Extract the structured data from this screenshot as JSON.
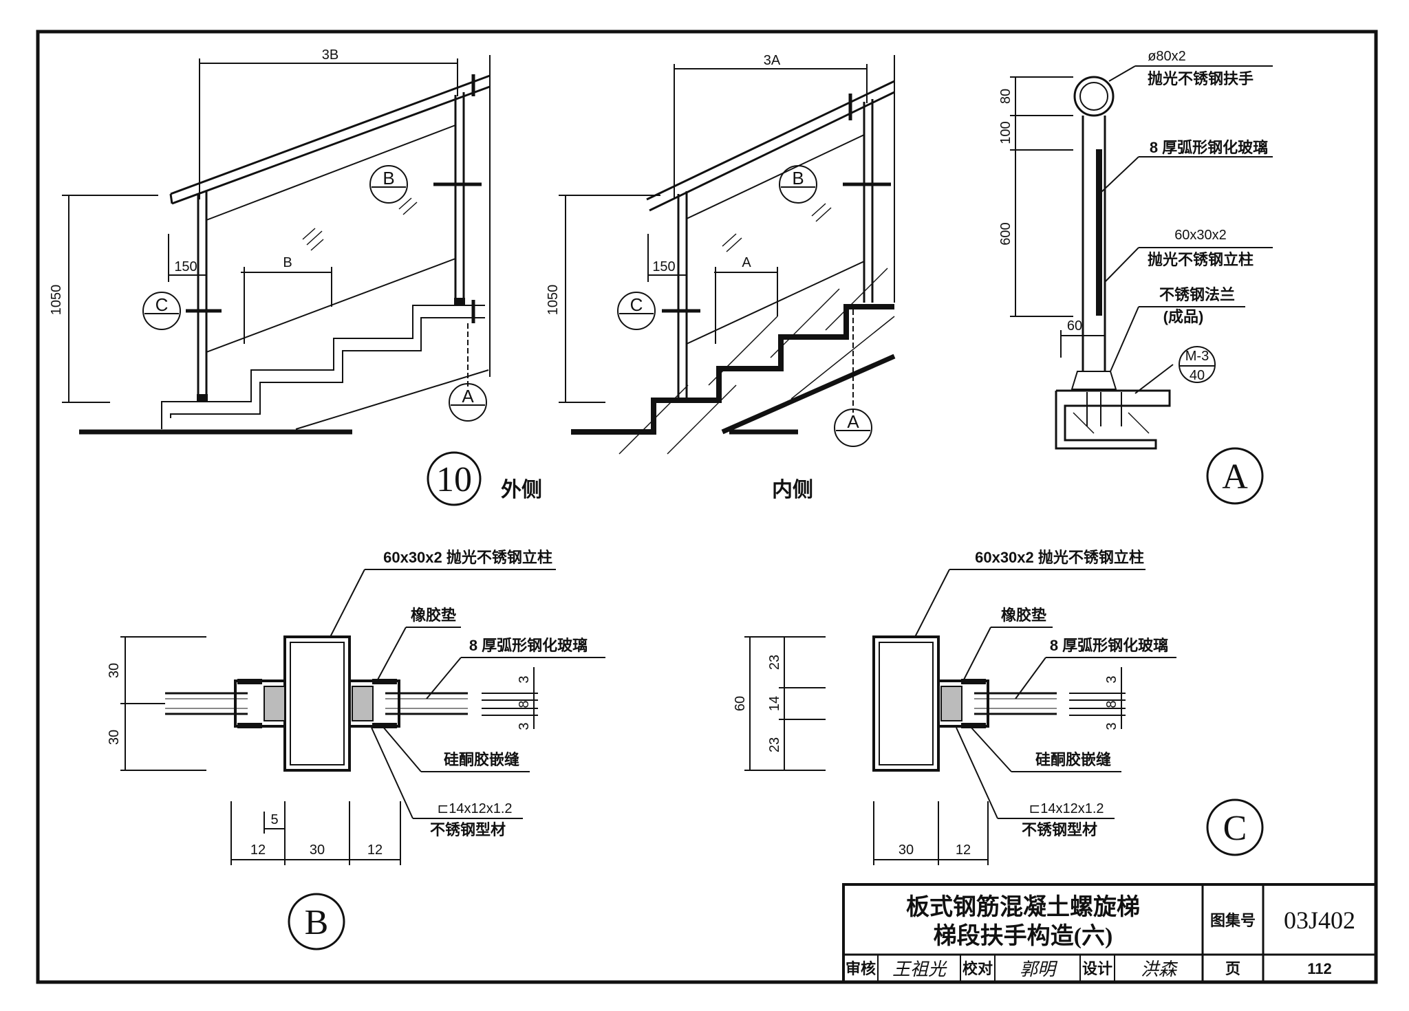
{
  "elevation_outer": {
    "dim_top": "3B",
    "dim_height": "1050",
    "dim_offset": "150",
    "dim_span": "B",
    "callout_b": "B",
    "callout_c": "C",
    "callout_a": "A"
  },
  "elevation_inner": {
    "dim_top": "3A",
    "dim_height": "1050",
    "dim_offset": "150",
    "dim_span": "A",
    "callout_b": "B",
    "callout_c": "C",
    "callout_a": "A"
  },
  "detail_10": {
    "number": "10",
    "caption_outer": "外侧",
    "caption_inner": "内侧"
  },
  "detail_a": {
    "letter": "A",
    "handrail_size": "ø80x2",
    "handrail_label": "抛光不锈钢扶手",
    "glass_label": "8 厚弧形钢化玻璃",
    "post_size": "60x30x2",
    "post_label": "抛光不锈钢立柱",
    "flange_label": "不锈钢法兰",
    "flange_note": "(成品)",
    "ref_top": "M-3",
    "ref_bottom": "40",
    "dims": [
      "80",
      "100",
      "600",
      "60"
    ]
  },
  "detail_b": {
    "letter": "B",
    "post_label": "60x30x2 抛光不锈钢立柱",
    "rubber_label": "橡胶垫",
    "glass_label": "8 厚弧形钢化玻璃",
    "silicone_label": "硅酮胶嵌缝",
    "channel_size": "⊏14x12x1.2",
    "channel_label": "不锈钢型材",
    "dims_left": [
      "30",
      "30"
    ],
    "dims_right": [
      "3",
      "8",
      "3"
    ],
    "dims_bottom": [
      "5",
      "12",
      "30",
      "12"
    ]
  },
  "detail_c": {
    "letter": "C",
    "post_label": "60x30x2 抛光不锈钢立柱",
    "rubber_label": "橡胶垫",
    "glass_label": "8 厚弧形钢化玻璃",
    "silicone_label": "硅酮胶嵌缝",
    "channel_size": "⊏14x12x1.2",
    "channel_label": "不锈钢型材",
    "dim_total": "60",
    "dims_left": [
      "23",
      "14",
      "23"
    ],
    "dims_right": [
      "3",
      "8",
      "3"
    ],
    "dims_bottom": [
      "30",
      "12"
    ]
  },
  "title_block": {
    "title_line1": "板式钢筋混凝土螺旋梯",
    "title_line2": "梯段扶手构造(六)",
    "atlas_label": "图集号",
    "atlas_code": "03J402",
    "page_label": "页",
    "page_number": "112",
    "review_label": "审核",
    "review_sig": "王祖光",
    "check_label": "校对",
    "check_sig": "郭明",
    "design_label": "设计",
    "design_sig": "洪森"
  }
}
